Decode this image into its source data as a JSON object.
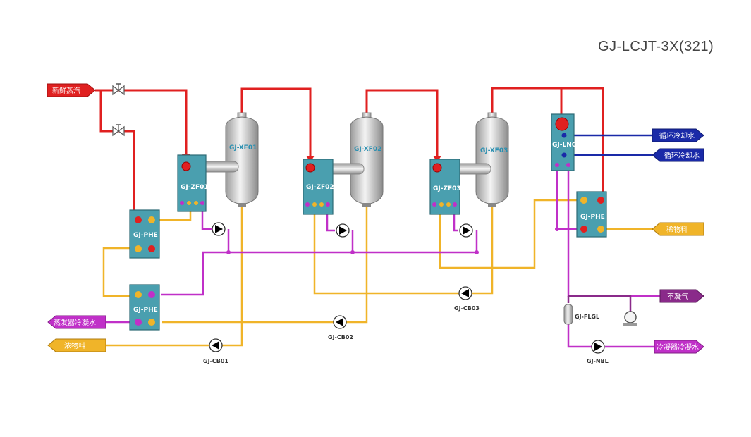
{
  "model": "GJ-LCJT-3X(321)",
  "arrows": {
    "steam": "新鲜蒸汽",
    "cw_out": "循环冷却水",
    "cw_in": "循环冷却水",
    "feed": "稀物料",
    "noncond": "不凝气",
    "cond_water": "冷凝器冷凝水",
    "evap_cond": "蒸发器冷凝水",
    "concentrate": "浓物料"
  },
  "equipment": {
    "zf01": "GJ-ZF01",
    "zf02": "GJ-ZF02",
    "zf03": "GJ-ZF03",
    "xf01": "GJ-XF01",
    "xf02": "GJ-XF02",
    "xf03": "GJ-XF03",
    "phe_top": "GJ-PHE",
    "phe_bot": "GJ-PHE",
    "phe_right": "GJ-PHE",
    "lnq": "GJ-LNQ",
    "flgl": "GJ-FLGL"
  },
  "pumps": {
    "cb01": "GJ-CB01",
    "cb02": "GJ-CB02",
    "cb03": "GJ-CB03",
    "nbl": "GJ-NBL"
  },
  "colors": {
    "steam": "#e02020",
    "product": "#f0b429",
    "condensate": "#c030c8",
    "cooling": "#1a2aa8",
    "noncond": "#8a2a8a",
    "equip": "#4a9faf"
  }
}
